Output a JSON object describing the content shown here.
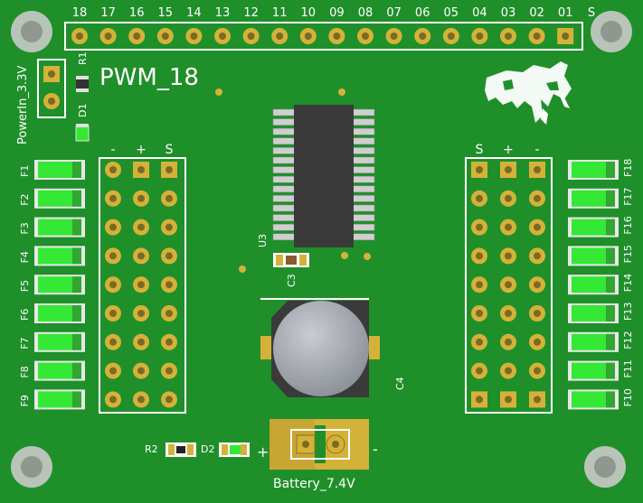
{
  "board": {
    "title": "PWM_18",
    "power_label": "PowerIn_3.3V",
    "battery_label": "Battery_7.4V",
    "battery_plus": "+",
    "battery_minus": "-"
  },
  "header": {
    "pin_labels": [
      "18",
      "17",
      "16",
      "15",
      "14",
      "13",
      "12",
      "11",
      "10",
      "09",
      "08",
      "07",
      "06",
      "05",
      "04",
      "03",
      "02",
      "01",
      "S"
    ]
  },
  "left_block": {
    "column_labels": [
      "-",
      "+",
      "S"
    ],
    "fuse_labels": [
      "F1",
      "F2",
      "F3",
      "F4",
      "F5",
      "F6",
      "F7",
      "F8",
      "F9"
    ]
  },
  "right_block": {
    "column_labels": [
      "S",
      "+",
      "-"
    ],
    "fuse_labels": [
      "F18",
      "F17",
      "F16",
      "F15",
      "F14",
      "F13",
      "F12",
      "F11",
      "F10"
    ]
  },
  "components": {
    "r1": "R1",
    "d1": "D1",
    "u3": "U3",
    "c3": "C3",
    "c4": "C4",
    "r2": "R2",
    "d2": "D2"
  },
  "colors": {
    "pcb": "#1f8f2a",
    "gold": "#d4b23a",
    "fuse": "#35e835",
    "silk": "#ffffff",
    "chip": "#3a3a3a",
    "cap": "#9a9ea6"
  }
}
